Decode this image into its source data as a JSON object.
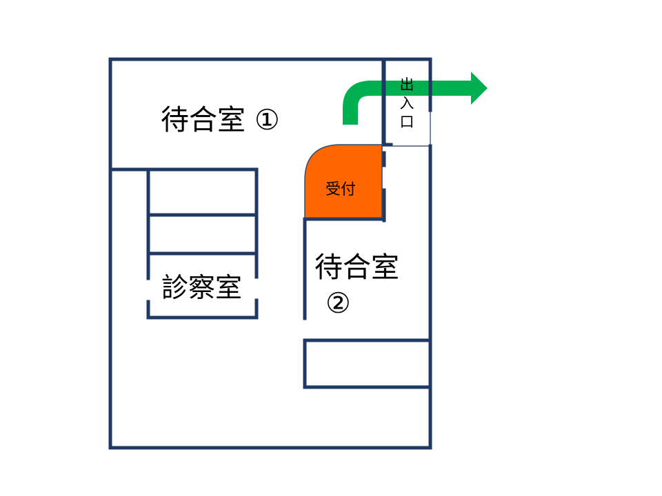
{
  "rooms": {
    "waiting_room_1": "待合室 ①",
    "waiting_room_2_line1": "待合室",
    "waiting_room_2_line2": "②",
    "exam_room": "診察室",
    "reception": "受付",
    "entrance": [
      "出",
      "入",
      "口"
    ]
  },
  "colors": {
    "wall": "#1F3864",
    "reception_fill": "#FF6600",
    "reception_stroke": "#2F4A73",
    "exit_arrow": "#00B050",
    "background": "#FFFFFF"
  },
  "icons": {
    "exit_arrow": "curved-arrow-right-icon"
  }
}
